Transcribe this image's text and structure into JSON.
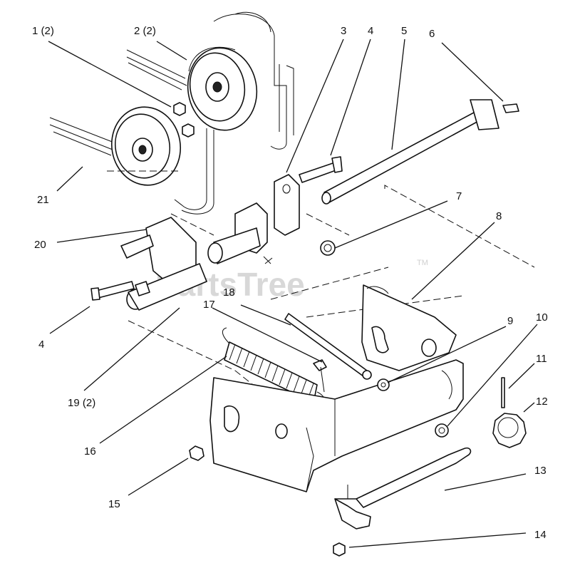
{
  "watermark": {
    "text": "PartsTree",
    "trademark": "TM"
  },
  "callouts": [
    {
      "id": "c1",
      "label": "1 (2)"
    },
    {
      "id": "c2",
      "label": "2 (2)"
    },
    {
      "id": "c3",
      "label": "3"
    },
    {
      "id": "c4a",
      "label": "4"
    },
    {
      "id": "c5",
      "label": "5"
    },
    {
      "id": "c6",
      "label": "6"
    },
    {
      "id": "c7",
      "label": "7"
    },
    {
      "id": "c8",
      "label": "8"
    },
    {
      "id": "c9",
      "label": "9"
    },
    {
      "id": "c10",
      "label": "10"
    },
    {
      "id": "c11",
      "label": "11"
    },
    {
      "id": "c12",
      "label": "12"
    },
    {
      "id": "c13",
      "label": "13"
    },
    {
      "id": "c14",
      "label": "14"
    },
    {
      "id": "c15",
      "label": "15"
    },
    {
      "id": "c16",
      "label": "16"
    },
    {
      "id": "c17",
      "label": "17"
    },
    {
      "id": "c18",
      "label": "18"
    },
    {
      "id": "c19",
      "label": "19 (2)"
    },
    {
      "id": "c20",
      "label": "20"
    },
    {
      "id": "c21",
      "label": "21"
    },
    {
      "id": "c4b",
      "label": "4"
    }
  ]
}
